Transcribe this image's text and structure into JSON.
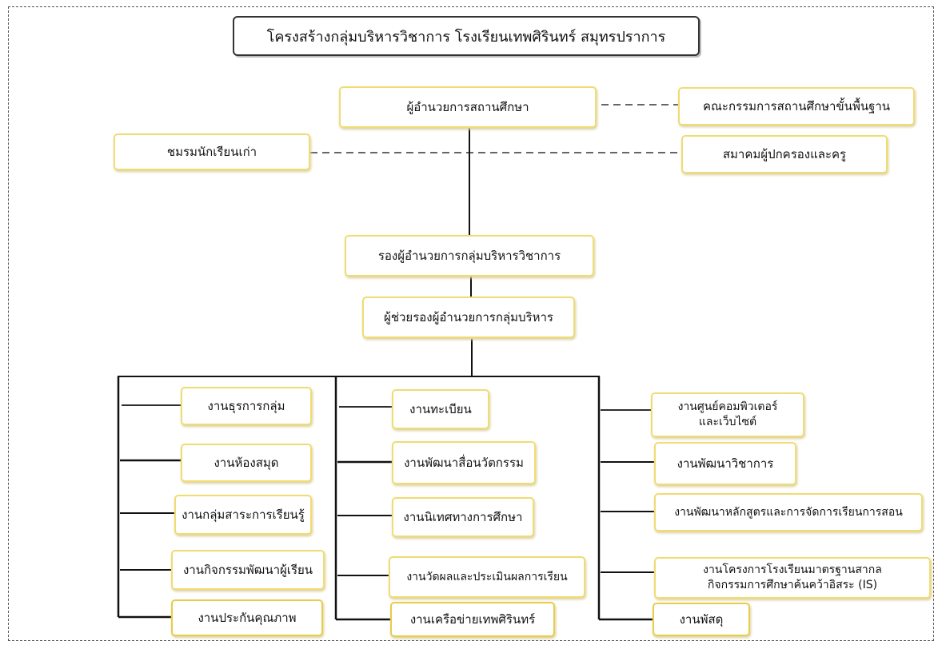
{
  "title": "โครงสร้างกลุ่มบริหารวิชาการ โรงเรียนเทพศิรินทร์ สมุทรปราการ",
  "colors": {
    "box_border": "#f0dc74",
    "line": "#111111",
    "frame": "#555555"
  },
  "top": {
    "director": "ผู้อำนวยการสถานศึกษา",
    "board": "คณะกรรมการสถานศึกษาขั้นพื้นฐาน",
    "alumni": "ชมรมนักเรียนเก่า",
    "parents_assoc": "สมาคมผู้ปกครองและครู",
    "deputy": "รองผู้อำนวยการกลุ่มบริหารวิชาการ",
    "assistant": "ผู้ช่วยรองผู้อำนวยการกลุ่มบริหาร"
  },
  "col1": [
    "งานธุรการกลุ่ม",
    "งานห้องสมุด",
    "งานกลุ่มสาระการเรียนรู้",
    "งานกิจกรรมพัฒนาผู้เรียน",
    "งานประกันคุณภาพ"
  ],
  "col2": [
    "งานทะเบียน",
    "งานพัฒนาสื่อนวัตกรรม",
    "งานนิเทศทางการศึกษา",
    "งานวัดผลและประเมินผลการเรียน",
    "งานเครือข่ายเทพศิรินทร์"
  ],
  "col3": [
    "งานศูนย์คอมพิวเตอร์\nและเว็บไซต์",
    "งานพัฒนาวิชาการ",
    "งานพัฒนาหลักสูตรและการจัดการเรียนการสอน",
    "งานโครงการโรงเรียนมาตรฐานสากล\nกิจกรรมการศึกษาค้นคว้าอิสระ (IS)",
    "งานพัสดุ"
  ]
}
